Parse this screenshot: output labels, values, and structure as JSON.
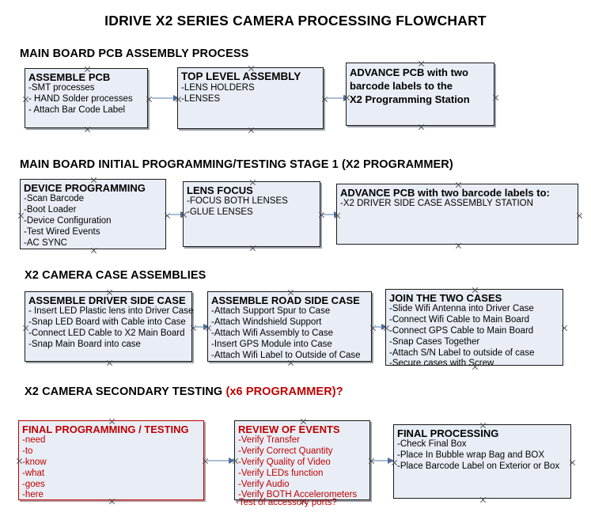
{
  "document": {
    "title": "IDRIVE X2  SERIES CAMERA PROCESSING FLOWCHART"
  },
  "sections": [
    {
      "id": "main-board-pcb-assembly",
      "heading": "MAIN BOARD PCB ASSEMBLY PROCESS",
      "heading_accent": "",
      "nodes": [
        {
          "id": "assemble-pcb",
          "title": "ASSEMBLE PCB",
          "title_lines": [],
          "lines": [
            "-SMT processes",
            "- HAND Solder processes",
            "- Attach Bar Code Label"
          ]
        },
        {
          "id": "top-level-assembly",
          "title": "TOP LEVEL ASSEMBLY",
          "title_lines": [],
          "lines": [
            "-LENS HOLDERS",
            "-LENSES"
          ]
        },
        {
          "id": "advance-pcb-to-x2-programming-station",
          "title": "",
          "title_lines": [
            "ADVANCE PCB with two",
            "barcode labels to the",
            " X2 Programming Station"
          ],
          "lines": []
        }
      ]
    },
    {
      "id": "main-board-initial-programming",
      "heading": "MAIN BOARD INITIAL PROGRAMMING/TESTING STAGE 1 (X2 PROGRAMMER)",
      "heading_accent": "",
      "nodes": [
        {
          "id": "device-programming",
          "title": "DEVICE PROGRAMMING",
          "title_lines": [],
          "lines": [
            "-Scan Barcode",
            "-Boot Loader",
            "-Device Configuration",
            "-Test Wired Events",
            "-AC SYNC"
          ]
        },
        {
          "id": "lens-focus",
          "title": "LENS FOCUS",
          "title_lines": [],
          "lines": [
            "-FOCUS BOTH LENSES",
            "-GLUE LENSES"
          ]
        },
        {
          "id": "advance-pcb-to-driver-side-case-station",
          "title": "ADVANCE PCB with two barcode labels to:",
          "title_lines": [],
          "lines": [
            "-X2 DRIVER  SIDE  CASE  ASSEMBLY STATION"
          ]
        }
      ]
    },
    {
      "id": "x2-camera-case-assemblies",
      "heading": "X2 CAMERA CASE ASSEMBLIES",
      "heading_accent": "",
      "nodes": [
        {
          "id": "assemble-driver-side-case",
          "title": "ASSEMBLE DRIVER SIDE CASE",
          "title_lines": [],
          "lines": [
            "- Insert LED Plastic lens into Driver Case",
            "-Snap LED Board with Cable into Case",
            "-Connect LED Cable to X2 Main Board",
            "-Snap Main Board into case"
          ]
        },
        {
          "id": "assemble-road-side-case",
          "title": "ASSEMBLE ROAD SIDE CASE",
          "title_lines": [],
          "lines": [
            "-Attach Support Spur to Case",
            "-Attach Windshield Support",
            "-Attach Wifi Assembly to Case",
            "-Insert GPS Module into Case",
            "-Attach Wifi Label to Outside of Case"
          ]
        },
        {
          "id": "join-the-two-cases",
          "title": "JOIN THE TWO CASES",
          "title_lines": [],
          "lines": [
            "-Slide Wifi Antenna into Driver Case",
            "-Connect Wifi Cable to Main Board",
            "-Connect GPS Cable to Main Board",
            "-Snap Cases Together",
            "-Attach S/N Label to outside of case",
            "-Secure cases with Screw"
          ]
        }
      ]
    },
    {
      "id": "x2-camera-secondary-testing",
      "heading": "X2 CAMERA SECONDARY TESTING ",
      "heading_accent": "(x6 PROGRAMMER)?",
      "nodes": [
        {
          "id": "final-programming-testing",
          "title": "FINAL PROGRAMMING / TESTING",
          "title_lines": [],
          "lines": [
            "-need",
            "-to",
            "-know",
            "-what",
            "-goes",
            "-here"
          ]
        },
        {
          "id": "review-of-events",
          "title": "REVIEW OF EVENTS",
          "title_lines": [],
          "lines": [
            "-Verify Transfer",
            "-Verify Correct Quantity",
            "-Verify Quality of Video",
            "-Verify LEDs function",
            "-Verify Audio",
            "-Verify BOTH Accelerometers"
          ],
          "overflow_line": "-Test of accessory ports?"
        },
        {
          "id": "final-processing",
          "title": "FINAL PROCESSING",
          "title_lines": [],
          "lines": [
            " -Check Final Box",
            "-Place In Bubble wrap Bag and BOX",
            "-Place Barcode Label on Exterior or Box"
          ]
        }
      ]
    }
  ],
  "colors": {
    "node_fill": "#e9eef6",
    "node_border": "#1a1a1a",
    "red_accent": "#c00000",
    "connector_line": "#a8bdd4",
    "connector_head": "#4f6f9c"
  }
}
